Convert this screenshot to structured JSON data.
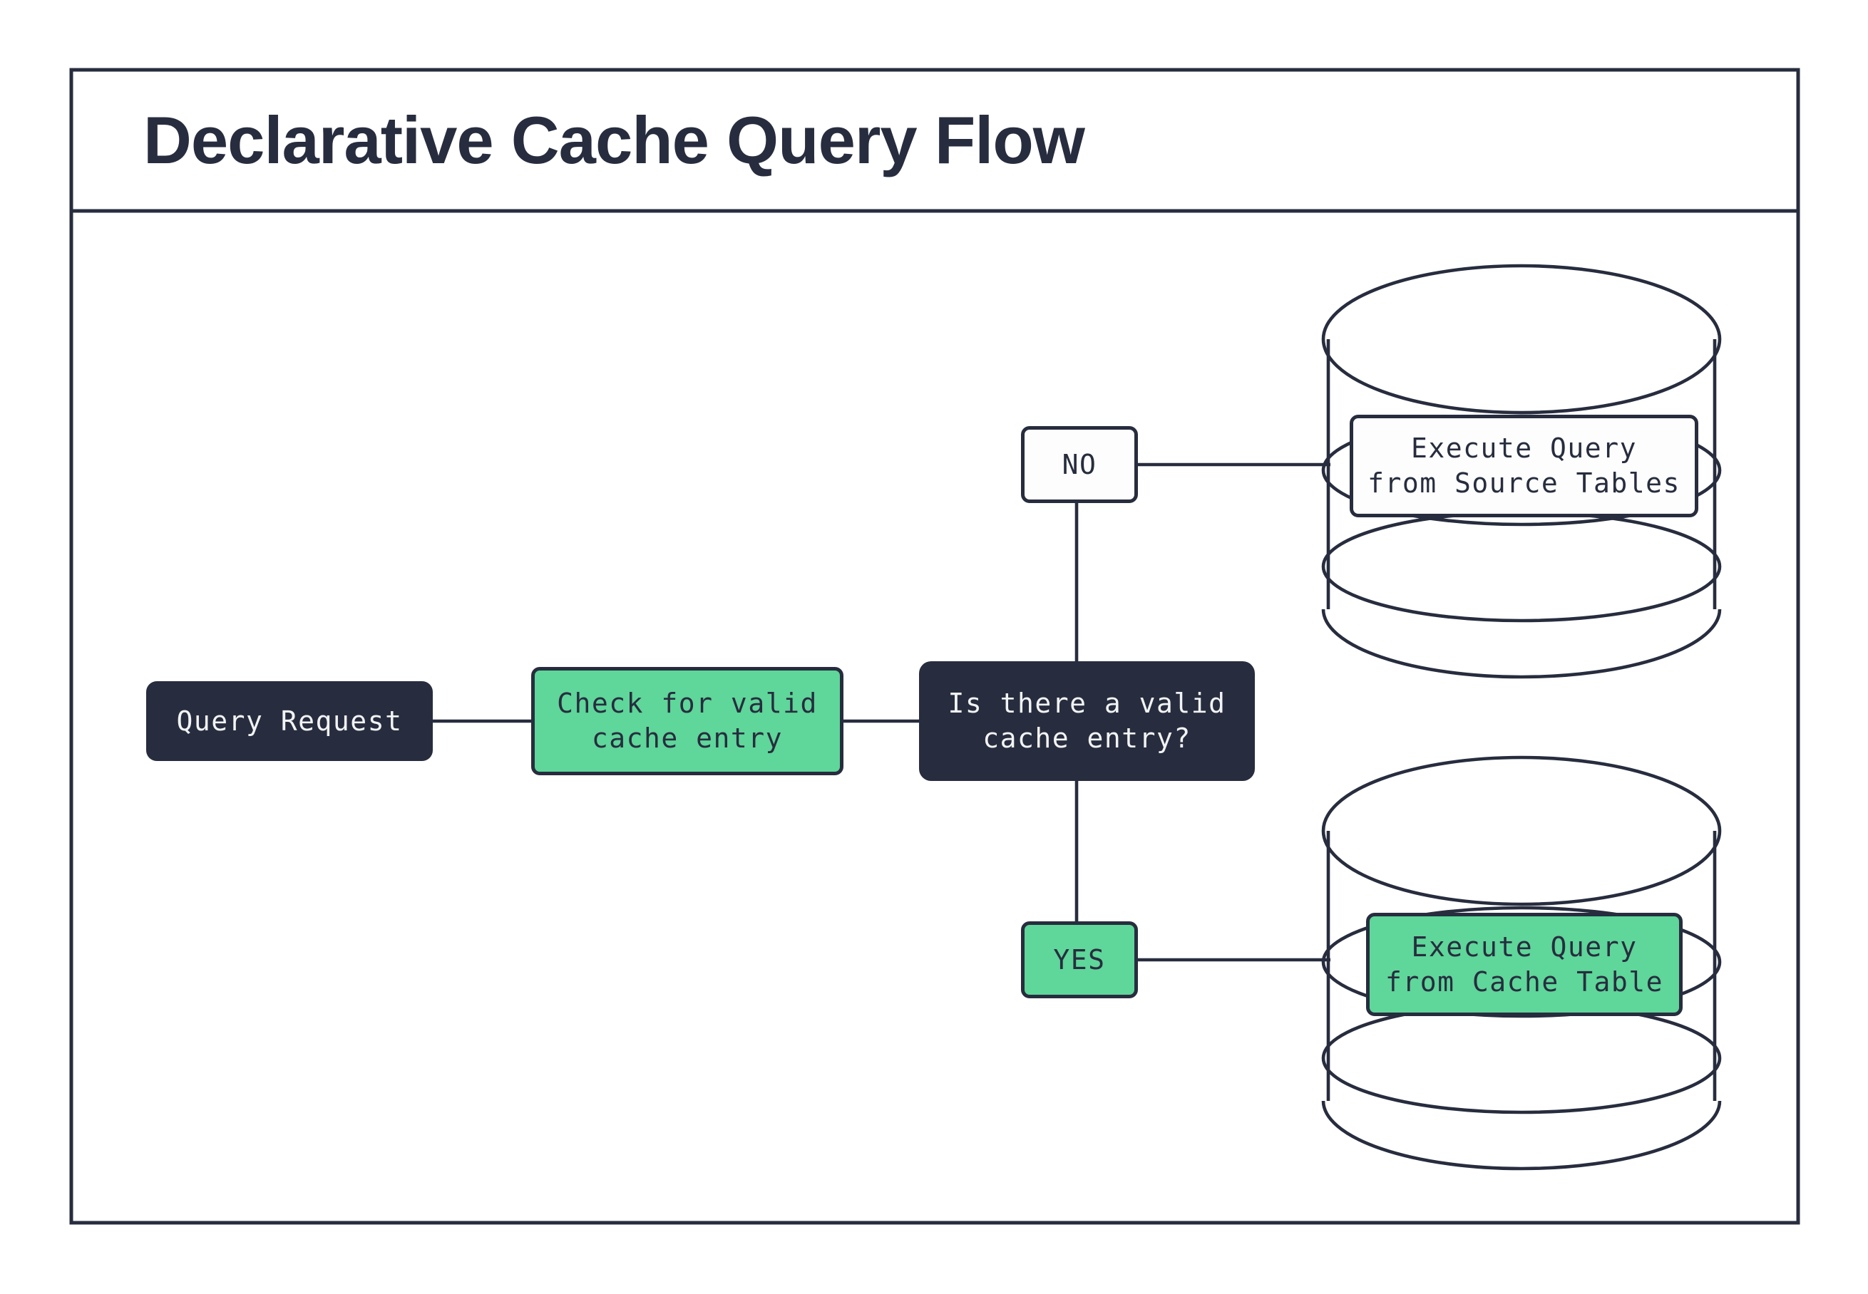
{
  "title": "Declarative Cache Query Flow",
  "colors": {
    "dark": "#272d3e",
    "green": "#5fd69a",
    "stroke": "#272d3e",
    "light_text": "#f2f3f5",
    "node_white": "#fdfdfd",
    "background": "#ffffff"
  },
  "nodes": {
    "query_request": {
      "label": "Query Request"
    },
    "check_cache": {
      "label": "Check for valid\ncache entry"
    },
    "decision": {
      "label": "Is there a valid\ncache entry?"
    },
    "branch_no": {
      "label": "NO"
    },
    "branch_yes": {
      "label": "YES"
    },
    "source_db": {
      "label": "Execute Query\nfrom Source Tables"
    },
    "cache_db": {
      "label": "Execute Query\nfrom Cache Table"
    }
  }
}
